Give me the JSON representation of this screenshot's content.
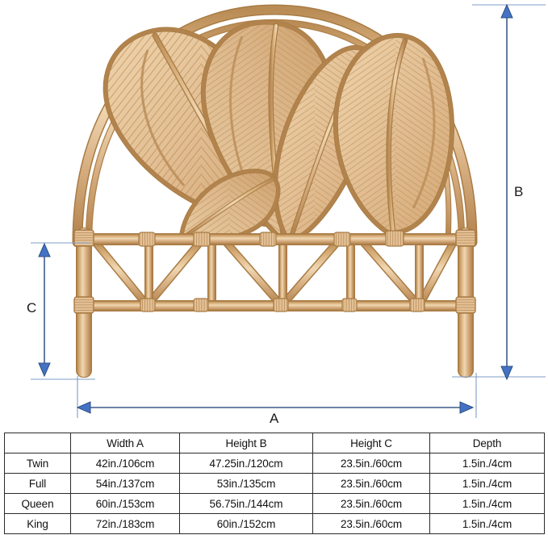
{
  "illustration": {
    "alt_name": "rattan-leaf-headboard-diagram",
    "colors": {
      "rattan_mid": "#CFA06A",
      "rattan_light": "#EBD0A8",
      "rattan_dark": "#B07F46",
      "rattan_outline": "#A87B44",
      "dimension_blue": "#4472C4",
      "dimension_line": "#3E5C8A",
      "extension_line": "#7F9DC7",
      "table_border": "#2B2B2B",
      "text": "#111111",
      "background": "#FFFFFF"
    }
  },
  "dimensions": {
    "width_label": "A",
    "height_label": "B",
    "height_c_label": "C"
  },
  "spec_table": {
    "headers": [
      "",
      "Width A",
      "Height B",
      "Height C",
      "Depth"
    ],
    "rows": [
      {
        "size": "Twin",
        "width_a": "42in./106cm",
        "height_b": "47.25in./120cm",
        "height_c": "23.5in./60cm",
        "depth": "1.5in./4cm"
      },
      {
        "size": "Full",
        "width_a": "54in./137cm",
        "height_b": "53in./135cm",
        "height_c": "23.5in./60cm",
        "depth": "1.5in./4cm"
      },
      {
        "size": "Queen",
        "width_a": "60in./153cm",
        "height_b": "56.75in./144cm",
        "height_c": "23.5in./60cm",
        "depth": "1.5in./4cm"
      },
      {
        "size": "King",
        "width_a": "72in./183cm",
        "height_b": "60in./152cm",
        "height_c": "23.5in./60cm",
        "depth": "1.5in./4cm"
      }
    ]
  }
}
